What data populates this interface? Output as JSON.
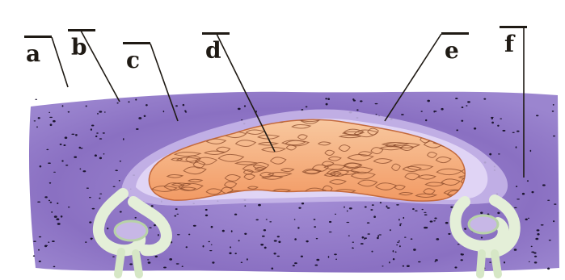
{
  "labels": {
    "a": "a",
    "b": "b",
    "c": "c",
    "d": "d",
    "e": "e",
    "f": "f"
  },
  "colors": {
    "background": "#ffffff",
    "tissue": "#8a70c2",
    "tissue_light": "#b7a3dd",
    "capsule": "#d9cdf0",
    "inner_mass": "#f3a978",
    "inner_mass_light": "#f8c89f",
    "mass_lines": "#8b4b2b",
    "stalk": "#d8e8c8",
    "label_text": "#1f1a14"
  }
}
